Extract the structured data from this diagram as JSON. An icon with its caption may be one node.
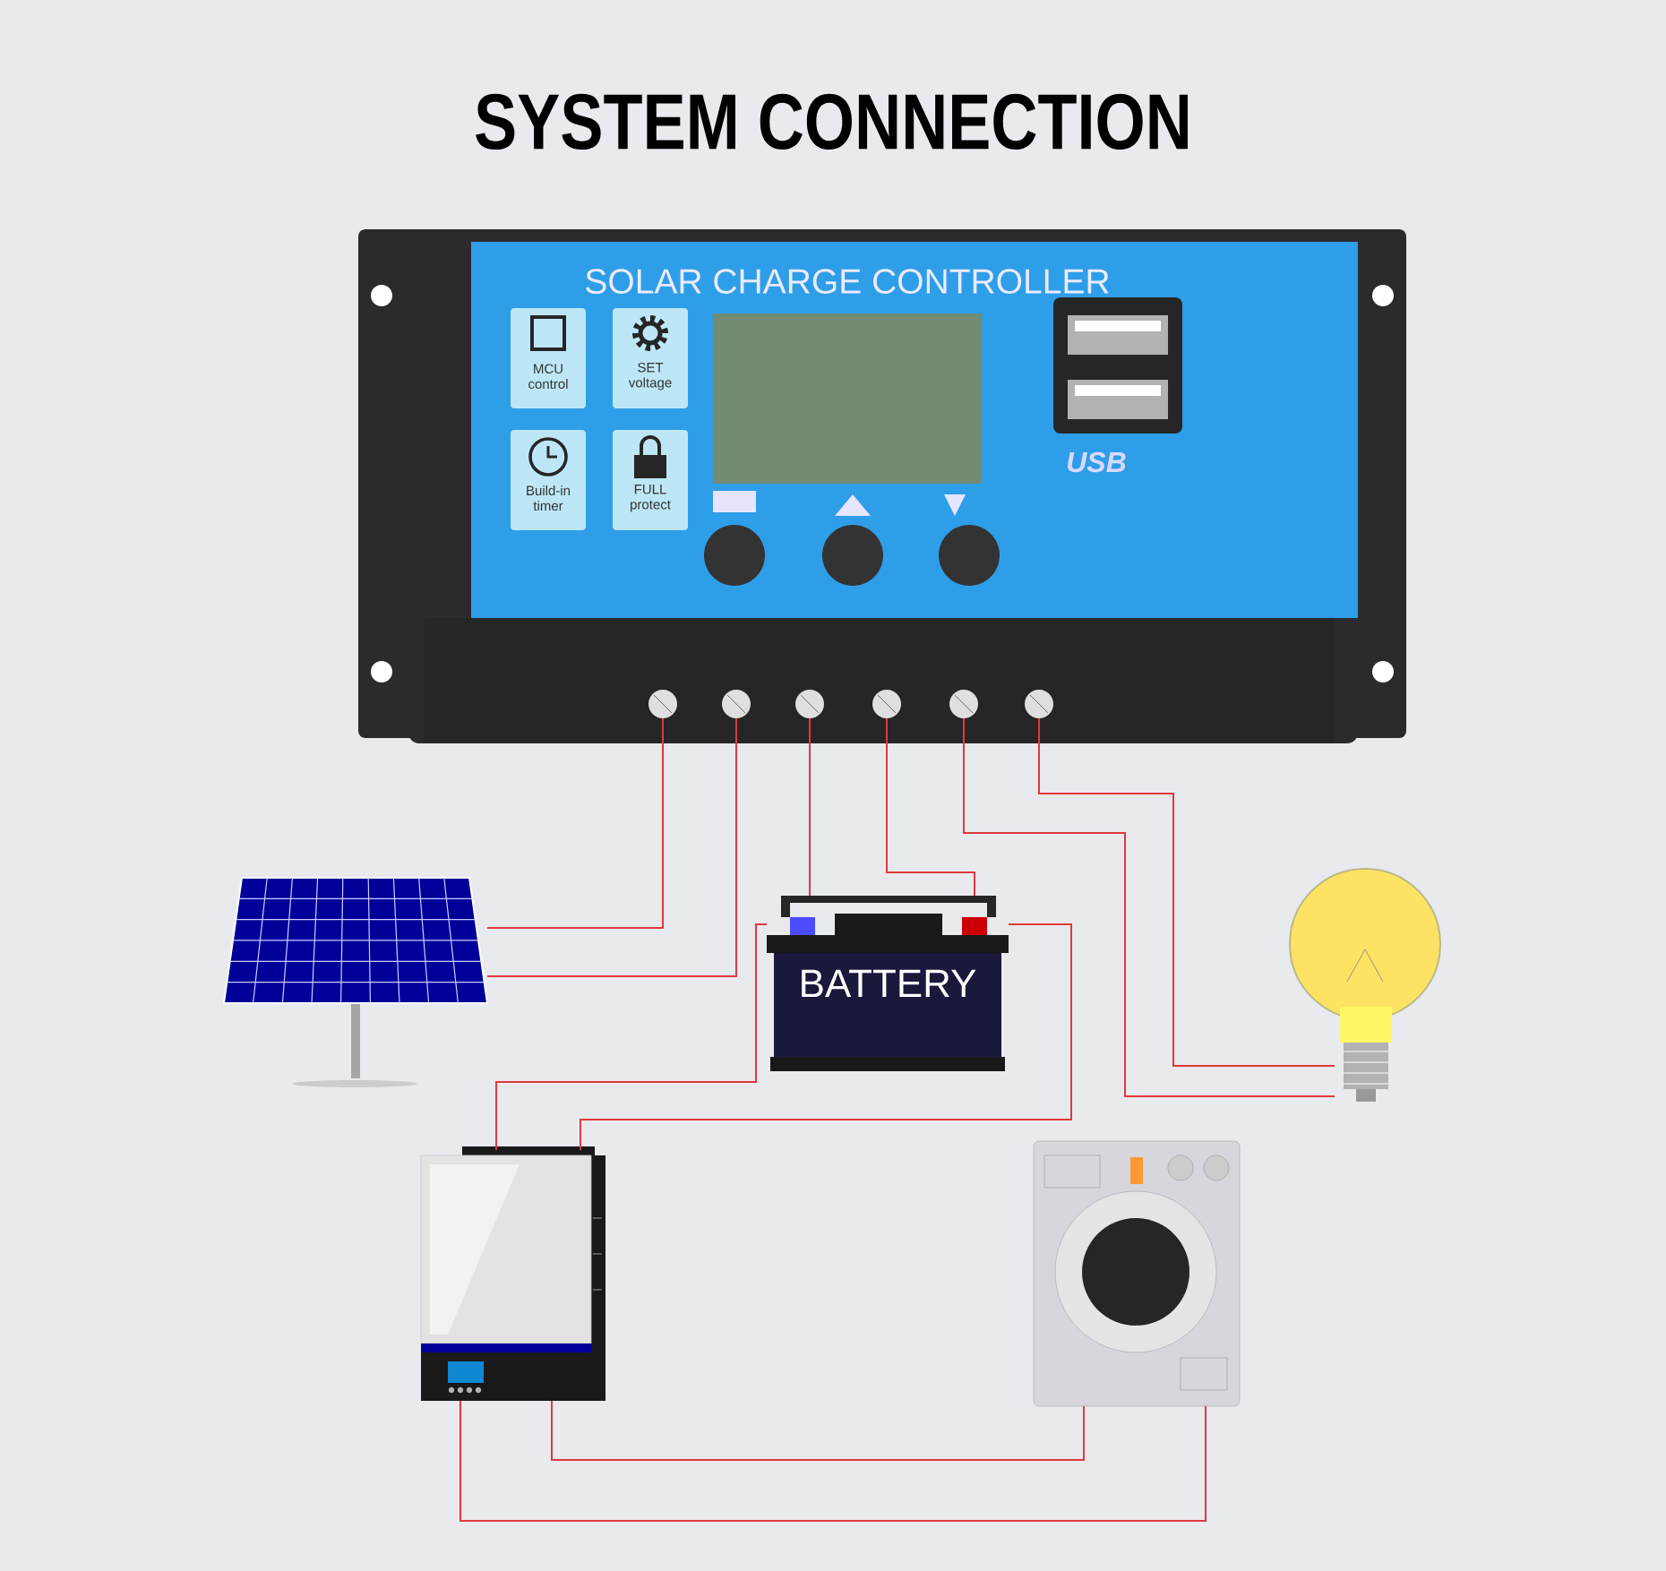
{
  "diagram": {
    "title": "SYSTEM CONNECTION",
    "nodes": [
      {
        "text": [
          "SOLAR CHARGE CONTROLLER"
        ]
      },
      {
        "text": [
          "MCU control"
        ],
        "in": 0
      },
      {
        "text": [
          "SET voltage"
        ],
        "in": 0
      },
      {
        "text": [
          "Build-in timer"
        ],
        "in": 0
      },
      {
        "text": [
          "FULL protect"
        ],
        "in": 0
      },
      {
        "text": [],
        "shape": "picture"
      },
      {
        "text": [
          "BATTERY"
        ]
      },
      {
        "text": [],
        "shape": "picture"
      },
      {
        "text": [],
        "shape": "picture"
      },
      {
        "text": [],
        "shape": "picture"
      }
    ],
    "edges": [
      {
        "from": 0,
        "to": 5,
        "arrow": "none"
      },
      {
        "from": 0,
        "to": 5,
        "arrow": "none"
      },
      {
        "from": 0,
        "to": 6,
        "arrow": "none"
      },
      {
        "from": 0,
        "to": 6,
        "arrow": "none"
      },
      {
        "from": 0,
        "to": 7,
        "arrow": "none"
      },
      {
        "from": 0,
        "to": 7,
        "arrow": "none"
      },
      {
        "from": 6,
        "to": 8,
        "arrow": "none"
      },
      {
        "from": 6,
        "to": 8,
        "arrow": "none"
      },
      {
        "from": 8,
        "to": 9,
        "arrow": "none"
      },
      {
        "from": 8,
        "to": 9,
        "arrow": "none"
      }
    ],
    "labels": [
      "USB"
    ]
  }
}
